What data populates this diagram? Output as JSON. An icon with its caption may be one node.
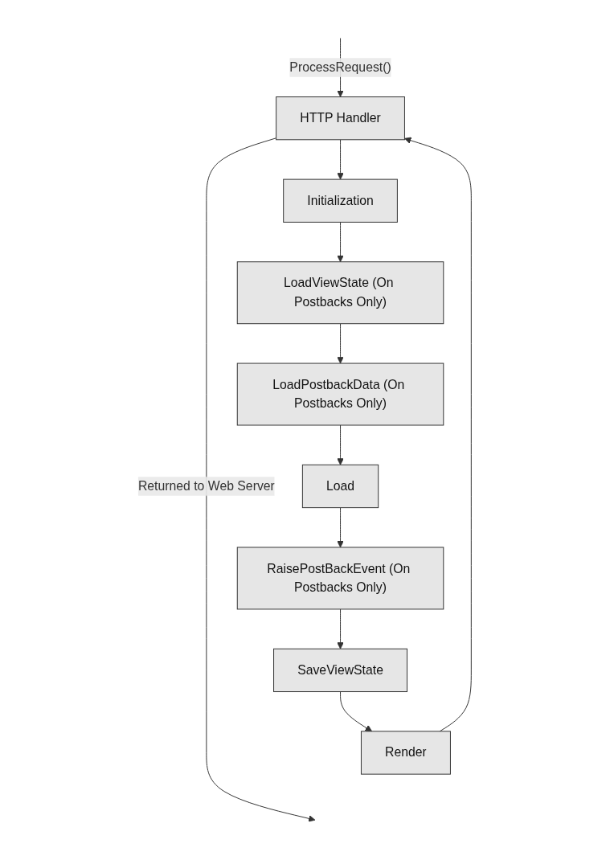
{
  "diagram": {
    "nodes": [
      {
        "text": [
          "HTTP Handler"
        ]
      },
      {
        "text": [
          "Initialization"
        ]
      },
      {
        "text": [
          "LoadViewState (On Postbacks Only)"
        ]
      },
      {
        "text": [
          "LoadPostbackData (On Postbacks Only)"
        ]
      },
      {
        "text": [
          "Load"
        ]
      },
      {
        "text": [
          "RaisePostBackEvent (On Postbacks Only)"
        ]
      },
      {
        "text": [
          "SaveViewState"
        ]
      },
      {
        "text": [
          "Render"
        ]
      }
    ],
    "edges": [
      {
        "from": null,
        "to": 0,
        "arrow": "to",
        "label": "ProcessRequest()"
      },
      {
        "from": 0,
        "to": 1,
        "arrow": "to"
      },
      {
        "from": 1,
        "to": 2,
        "arrow": "to"
      },
      {
        "from": 2,
        "to": 3,
        "arrow": "to"
      },
      {
        "from": 3,
        "to": 4,
        "arrow": "to"
      },
      {
        "from": 4,
        "to": 5,
        "arrow": "to"
      },
      {
        "from": 5,
        "to": 6,
        "arrow": "to"
      },
      {
        "from": 6,
        "to": 7,
        "arrow": "to"
      },
      {
        "from": 7,
        "to": 0,
        "arrow": "to"
      },
      {
        "from": 0,
        "to": null,
        "arrow": "to",
        "label": "Returned to Web Server"
      }
    ]
  }
}
